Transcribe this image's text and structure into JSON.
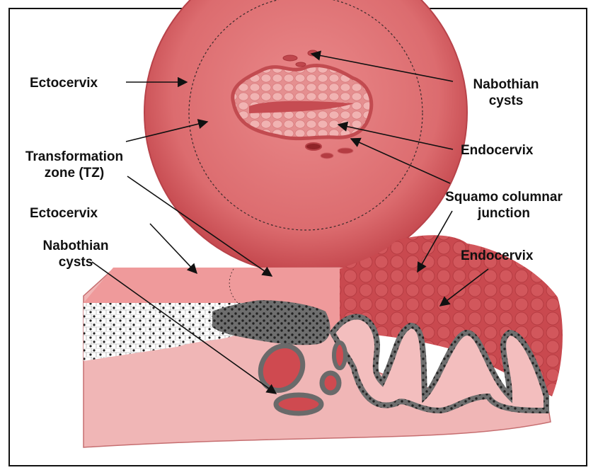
{
  "labels": {
    "top_ectocervix": "Ectocervix",
    "top_nabothian": [
      "Nabothian",
      "cysts"
    ],
    "top_endocervix": "Endocervix",
    "tz": [
      "Transformation",
      "zone (TZ)"
    ],
    "scj": [
      "Squamo columnar",
      "junction"
    ],
    "bottom_ectocervix": "Ectocervix",
    "bottom_nabothian": [
      "Nabothian",
      "cysts"
    ],
    "bottom_endocervix": "Endocervix"
  },
  "colors": {
    "cervix_outer": "#c44a4f",
    "cervix_face": "#e27a7c",
    "os_tissue": "#c1454b",
    "tissue_light": "#f2c3c3",
    "tissue_mid": "#e79898",
    "glandular_dark": "#6d6d6d",
    "squamous_bg": "#ffffff",
    "line": "#111111"
  }
}
